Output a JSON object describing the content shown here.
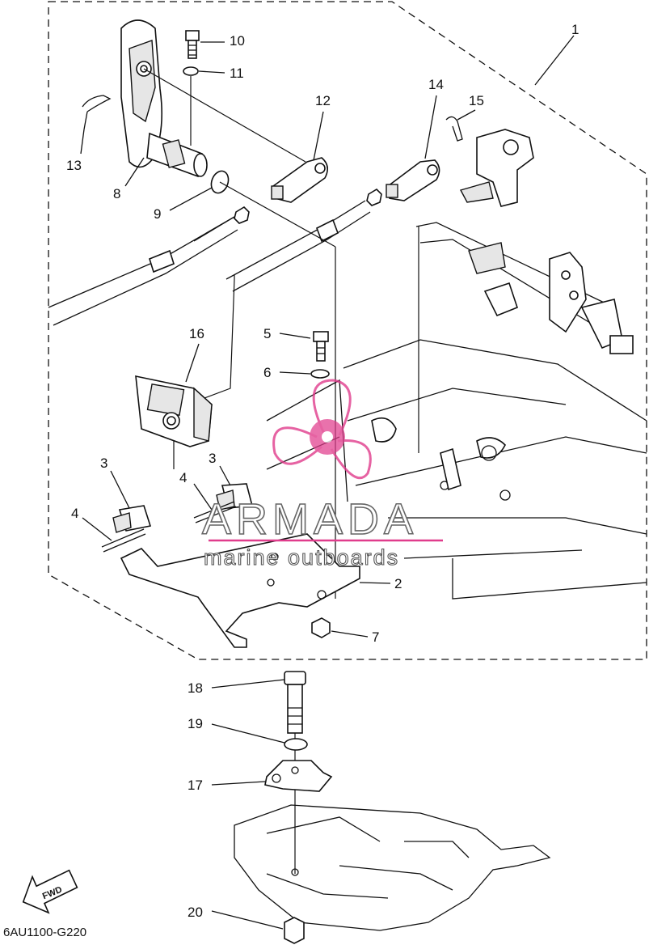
{
  "callouts": [
    {
      "id": "1",
      "label": "1"
    },
    {
      "id": "2",
      "label": "2"
    },
    {
      "id": "3a",
      "label": "3"
    },
    {
      "id": "3b",
      "label": "3"
    },
    {
      "id": "4a",
      "label": "4"
    },
    {
      "id": "4b",
      "label": "4"
    },
    {
      "id": "5",
      "label": "5"
    },
    {
      "id": "6",
      "label": "6"
    },
    {
      "id": "7",
      "label": "7"
    },
    {
      "id": "8",
      "label": "8"
    },
    {
      "id": "9",
      "label": "9"
    },
    {
      "id": "10",
      "label": "10"
    },
    {
      "id": "11",
      "label": "11"
    },
    {
      "id": "12",
      "label": "12"
    },
    {
      "id": "13",
      "label": "13"
    },
    {
      "id": "14",
      "label": "14"
    },
    {
      "id": "15",
      "label": "15"
    },
    {
      "id": "16",
      "label": "16"
    },
    {
      "id": "17",
      "label": "17"
    },
    {
      "id": "18",
      "label": "18"
    },
    {
      "id": "19",
      "label": "19"
    },
    {
      "id": "20",
      "label": "20"
    }
  ],
  "diagram_code": "6AU1100-G220",
  "fwd_label": "FWD",
  "watermark": {
    "brand": "ARMADA",
    "tagline": "marine outboards",
    "accent_color": "#e03c8c"
  }
}
